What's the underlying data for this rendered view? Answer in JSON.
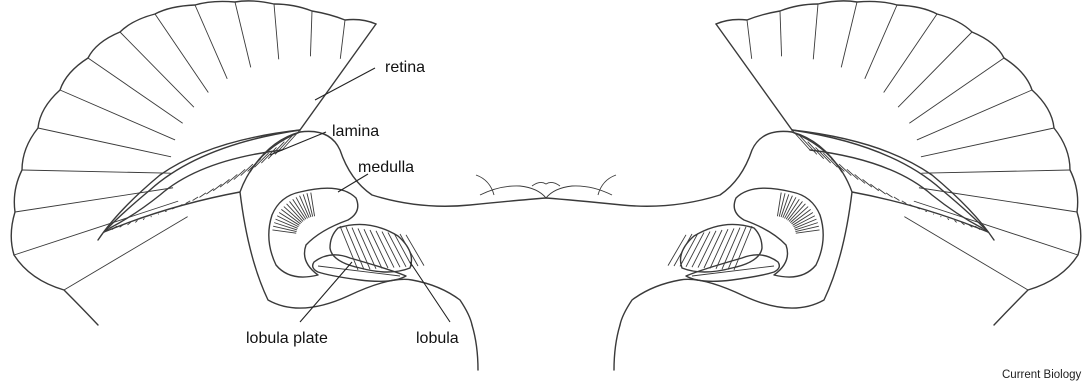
{
  "labels": {
    "retina": "retina",
    "lamina": "lamina",
    "medulla": "medulla",
    "lobula_plate": "lobula plate",
    "lobula": "lobula"
  },
  "credit": "Current Biology",
  "colors": {
    "stroke": "#3a3a3a",
    "background": "#ffffff"
  }
}
